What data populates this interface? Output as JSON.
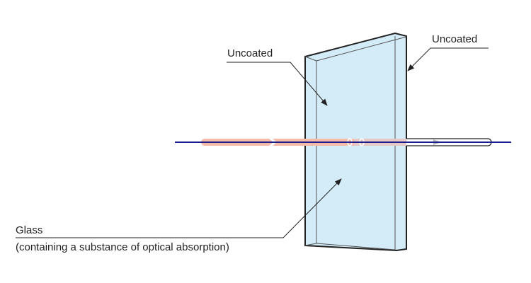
{
  "labels": {
    "uncoated_front": "Uncoated",
    "uncoated_back": "Uncoated",
    "glass_title": "Glass",
    "glass_desc": "(containing a substance of optical absorption)"
  },
  "colors": {
    "glass_fill": "#d4ebf8",
    "beam": "#1a1f8c",
    "absorbed_band": "#f6bba8",
    "outline": "#222222"
  }
}
